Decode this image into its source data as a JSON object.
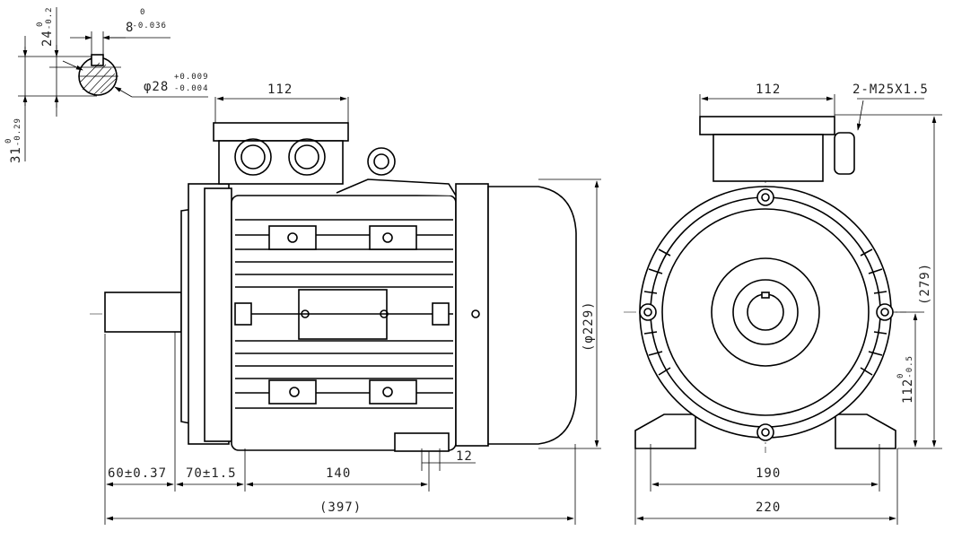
{
  "title": "Motor outline dimension drawing",
  "shaft_detail": {
    "key_width": "8",
    "key_width_upper": "0",
    "key_width_lower": "-0.036",
    "key_height": "24",
    "key_height_upper": "0",
    "key_height_lower": "-0.2",
    "shaft_height": "31",
    "shaft_height_upper": "0",
    "shaft_height_lower": "-0.29",
    "diameter": "φ28",
    "diameter_upper": "+0.009",
    "diameter_lower": "-0.004"
  },
  "side_view": {
    "terminal_box_width": "112",
    "shaft_length": "60±0.37",
    "shaft_to_foot": "70±1.5",
    "foot_spacing": "140",
    "foot_thickness": "12",
    "overall_length": "(397)",
    "frame_diameter": "(φ229)"
  },
  "end_view": {
    "terminal_box_width": "112",
    "cable_gland": "2-M25X1.5",
    "foot_hole_spacing": "190",
    "foot_width": "220",
    "overall_height": "(279)",
    "shaft_center_height": "112",
    "shaft_center_height_upper": "0",
    "shaft_center_height_lower": "-0.5"
  }
}
